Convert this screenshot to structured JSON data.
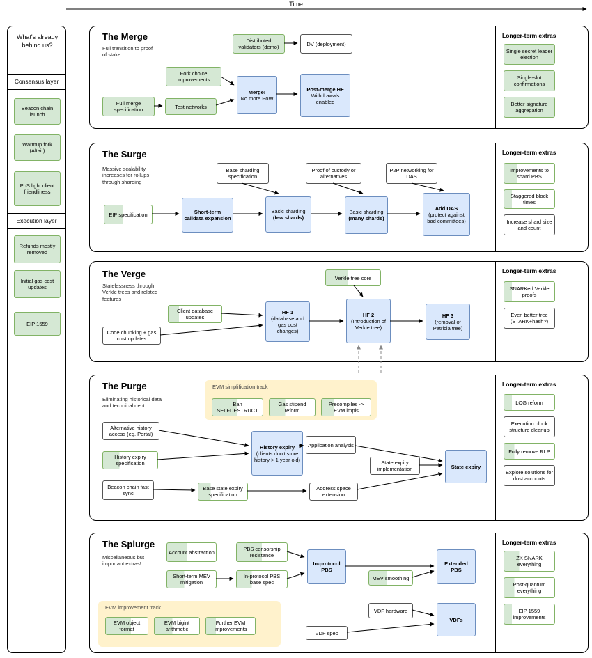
{
  "colors": {
    "green_fill": "#d5e8d4",
    "green_border": "#82b366",
    "blue_fill": "#dae8fc",
    "blue_border": "#6c8ebf",
    "yellow_fill": "#fff2cc"
  },
  "time_label": "Time",
  "extras_heading": "Longer-term extras",
  "sidebar": {
    "title": "What's already behind us?",
    "consensus_label": "Consensus layer",
    "consensus_items": [
      "Beacon chain launch",
      "Warmup fork (Altair)",
      "PoS light client friendliness"
    ],
    "execution_label": "Execution layer",
    "execution_items": [
      "Refunds mostly removed",
      "Initial gas cost updates",
      "EIP 1559"
    ]
  },
  "merge": {
    "title": "The Merge",
    "desc": "Full transition to proof of stake",
    "distributed_validators": "Distributed validators (demo)",
    "dv_deployment": "DV (deployment)",
    "fork_choice": "Fork choice improvements",
    "full_merge_spec": "Full merge specification",
    "test_networks": "Test networks",
    "merge_main": "Merge!",
    "merge_sub": "No more PoW",
    "post_merge_main": "Post-merge HF",
    "post_merge_sub": "Withdrawals enabled",
    "extras": [
      "Single secret leader election",
      "Single-slot confirmations",
      "Better signature aggregation"
    ]
  },
  "surge": {
    "title": "The Surge",
    "desc": "Massive scalability increases for rollups through sharding",
    "base_sharding_spec": "Base sharding specification",
    "proof_of_custody": "Proof of custody or alternatives",
    "p2p_networking": "P2P networking for DAS",
    "eip_spec": "EIP specification",
    "short_term_calldata": "Short-term calldata expansion",
    "basic_few_main": "Basic sharding",
    "basic_few_sub": "(few shards)",
    "basic_many_main": "Basic sharding",
    "basic_many_sub": "(many shards)",
    "add_das_main": "Add DAS",
    "add_das_sub": "(protect against bad committees)",
    "extras": [
      "Improvements to shard PBS",
      "Staggered block times",
      "Increase shard size and count"
    ]
  },
  "verge": {
    "title": "The Verge",
    "desc": "Statelessness through Verkle trees and related features",
    "verkle_tree_core": "Verkle tree core",
    "client_db_updates": "Client database updates",
    "code_chunking": "Code chunking + gas cost updates",
    "hf1_main": "HF 1",
    "hf1_sub": "(database and gas cost changes)",
    "hf2_main": "HF 2",
    "hf2_sub": "(Introduction of Verkle tree)",
    "hf3_main": "HF 3",
    "hf3_sub": "(removal of Patricia tree)",
    "extras": [
      "SNARKed Verkle proofs",
      "Even better tree (STARK+hash?)"
    ]
  },
  "purge": {
    "title": "The Purge",
    "desc": "Eliminating historical data and technical debt",
    "evm_track_label": "EVM simplification track",
    "ban_selfdestruct": "Ban SELFDESTRUCT",
    "gas_stipend": "Gas stipend reform",
    "precompiles": "Precompiles -> EVM impls",
    "alt_history": "Alternative history access (eg. Portal)",
    "history_expiry_spec": "History expiry specification",
    "beacon_fast_sync": "Beacon chain fast sync",
    "history_expiry_main": "History expiry",
    "history_expiry_sub": "(clients don't store history > 1 year old)",
    "application_analysis": "Application analysis",
    "base_state_expiry_spec": "Base state expiry specification",
    "address_space": "Address space extension",
    "state_expiry_impl": "State expiry implementation",
    "state_expiry": "State expiry",
    "extras": [
      "LOG reform",
      "Execution block structure cleanup",
      "Fully remove RLP",
      "Explore solutions for dust accounts"
    ]
  },
  "splurge": {
    "title": "The Splurge",
    "desc": "Miscellaneous but important extras!",
    "account_abstraction": "Account abstraction",
    "pbs_censorship": "PBS censorship resistance",
    "short_term_mev": "Short-term MEV mitigation",
    "inprotocol_pbs_spec": "In-protocol PBS base spec",
    "inprotocol_pbs": "In-protocol PBS",
    "mev_smoothing": "MEV smoothing",
    "extended_pbs": "Extended PBS",
    "evm_track_label": "EVM improvement track",
    "evm_object": "EVM object format",
    "evm_bigint": "EVM bigint arithmetic",
    "further_evm": "Further EVM improvements",
    "vdf_hardware": "VDF hardware",
    "vdf_spec": "VDF spec",
    "vdfs": "VDFs",
    "extras": [
      "ZK SNARK everything",
      "Post-quantum everything",
      "EIP 1559 improvements"
    ]
  }
}
